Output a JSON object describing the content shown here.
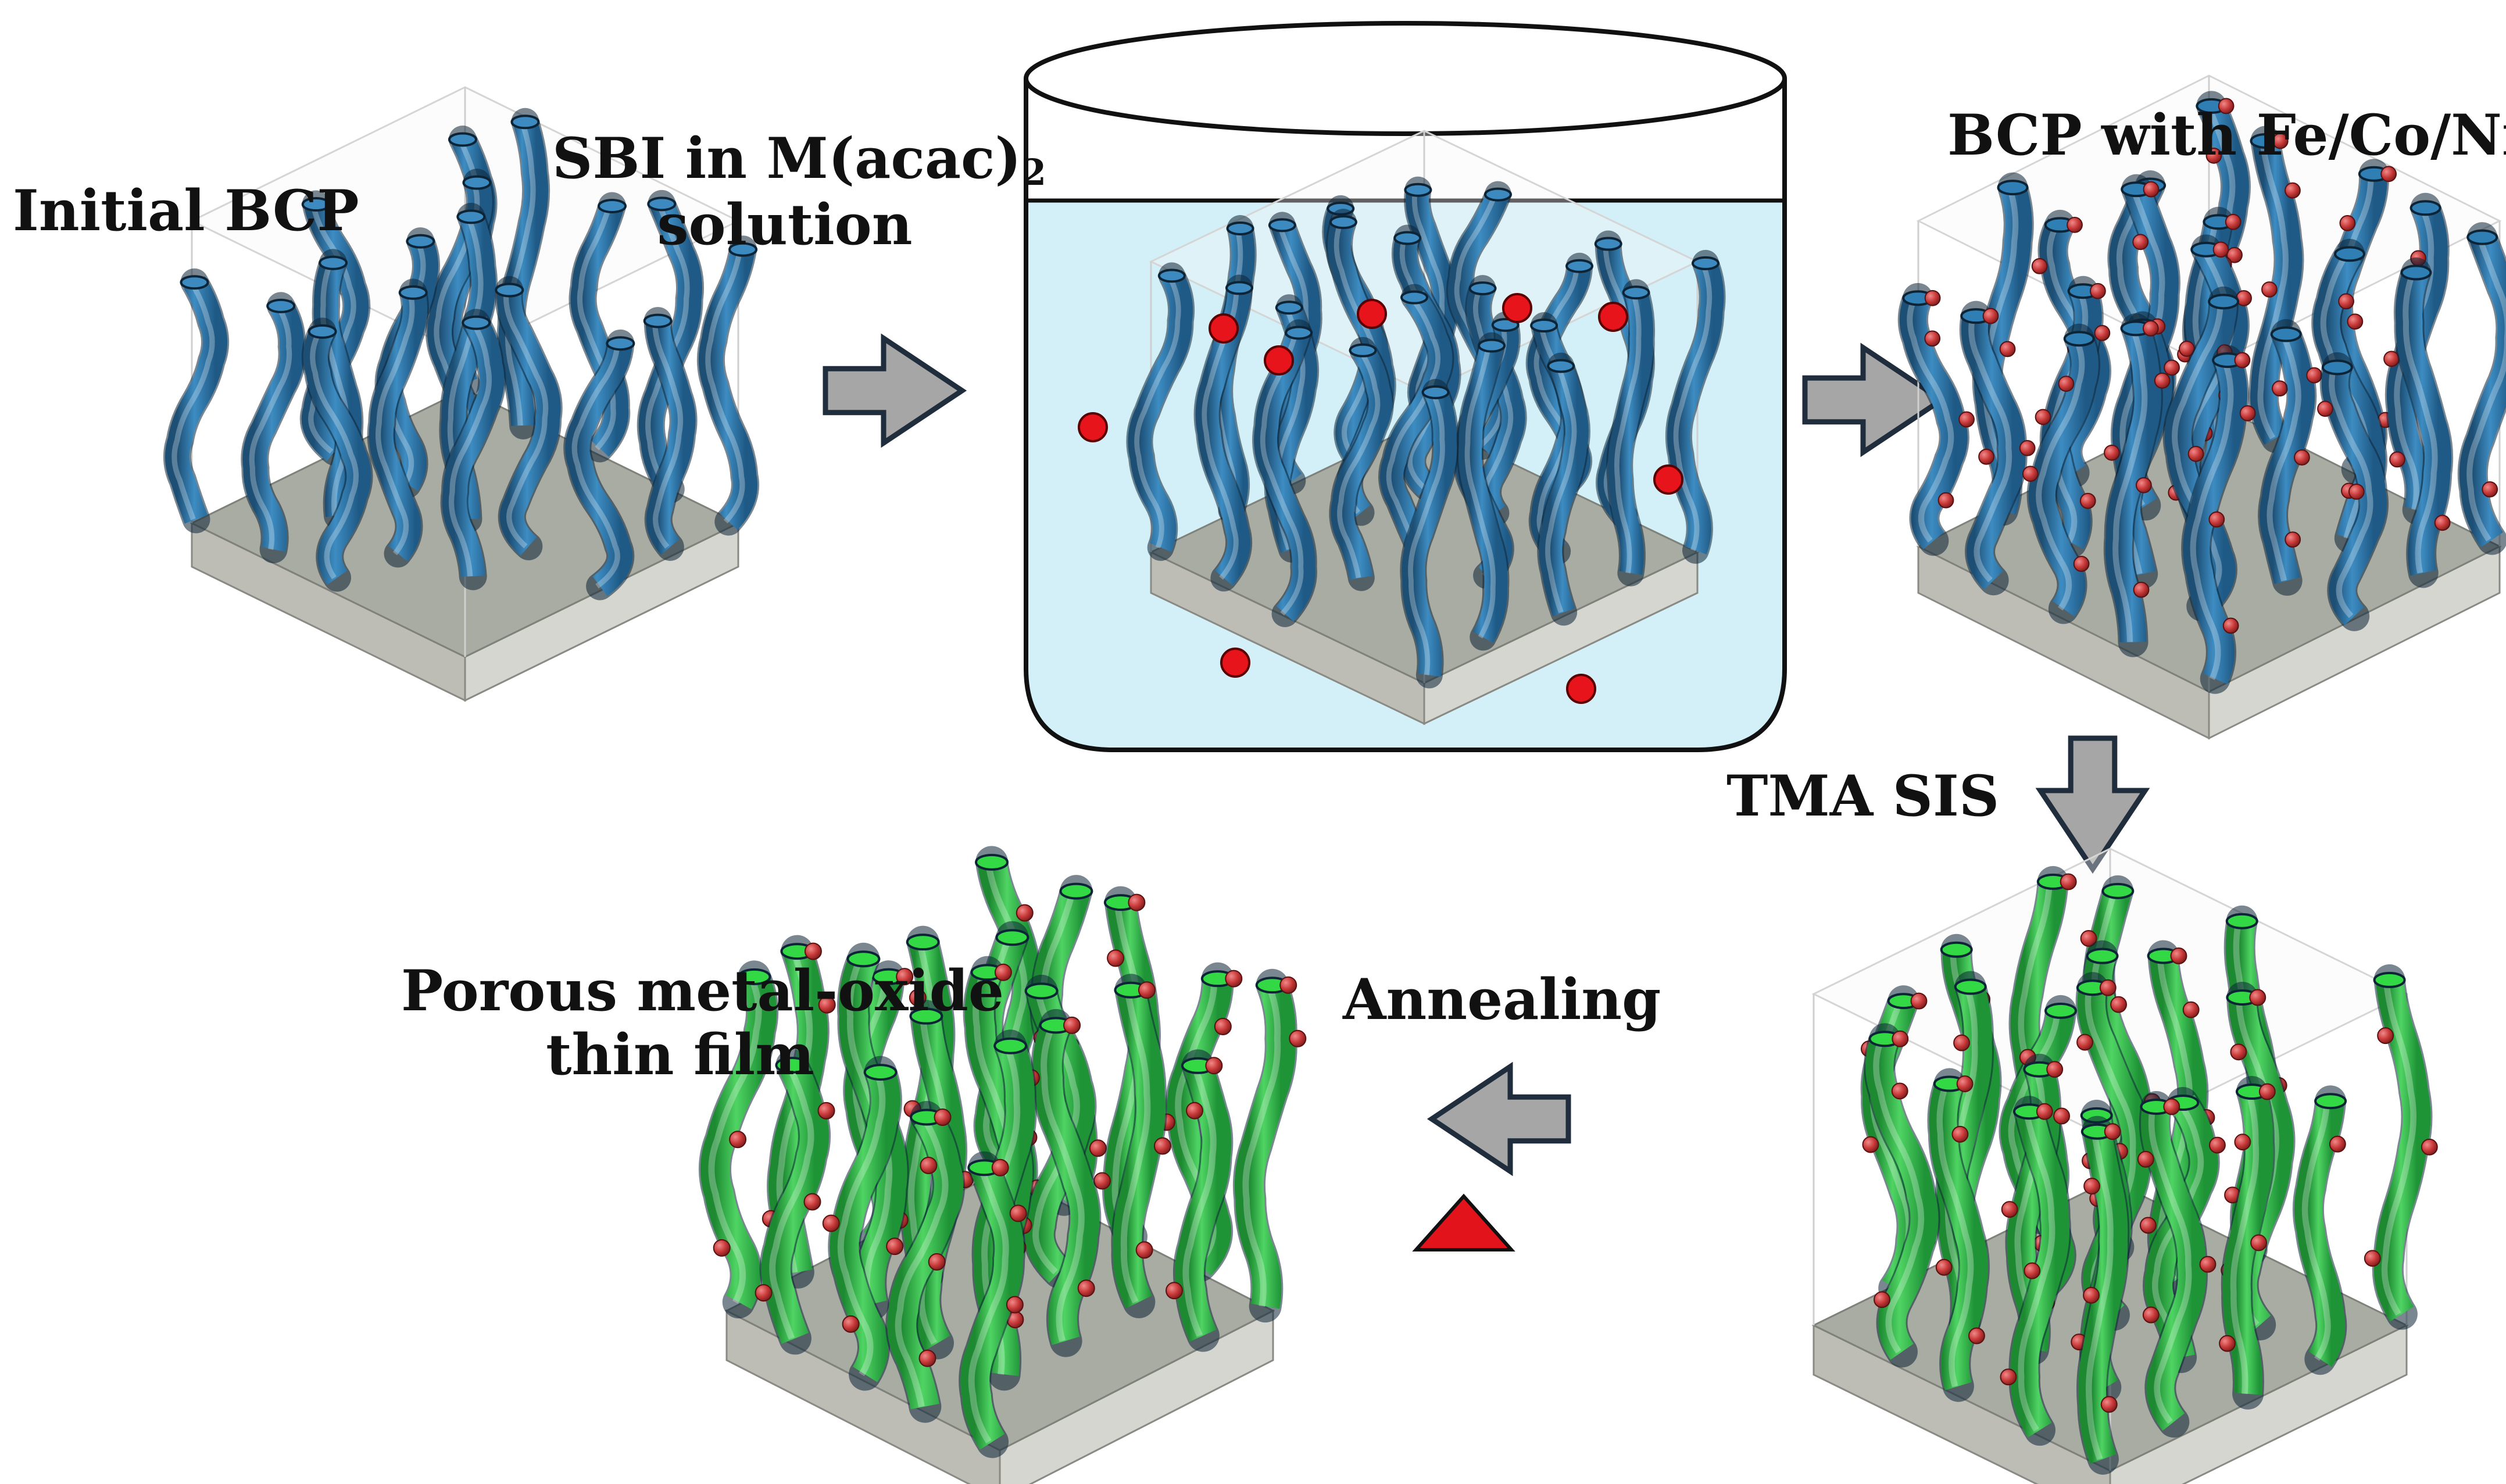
{
  "labels": {
    "initial": "Initial BCP",
    "sbi_line1_prefix": "SBI in M(acac)",
    "sbi_line1_sub": "2",
    "sbi_line2": "solution",
    "bcp_metal": "BCP with Fe/Co/Ni",
    "tma": "TMA SIS",
    "annealing": "Annealing",
    "porous_line1": "Porous metal-oxide",
    "porous_line2": "thin film"
  },
  "colors": {
    "polymer_blue": "#2f6f9c",
    "polymer_blue_light": "#4b9bd0",
    "oxide_green": "#2fb34a",
    "oxide_green_light": "#57d86a",
    "metal_red": "#e8141c",
    "particle_red": "#c93a3a",
    "solution": "#d3f0f8",
    "substrate_top": "#a9aca3",
    "substrate_side": "#c9c9c4",
    "arrow_fill": "#a6a6a6",
    "arrow_stroke": "#1f2d3d",
    "heat_triangle": "#e3131b"
  },
  "icons": {
    "arrow_right": "process-arrow-right-icon",
    "arrow_down": "process-arrow-down-icon",
    "arrow_left": "process-arrow-left-icon",
    "heat": "heat-triangle-icon",
    "beaker": "beaker-icon"
  }
}
